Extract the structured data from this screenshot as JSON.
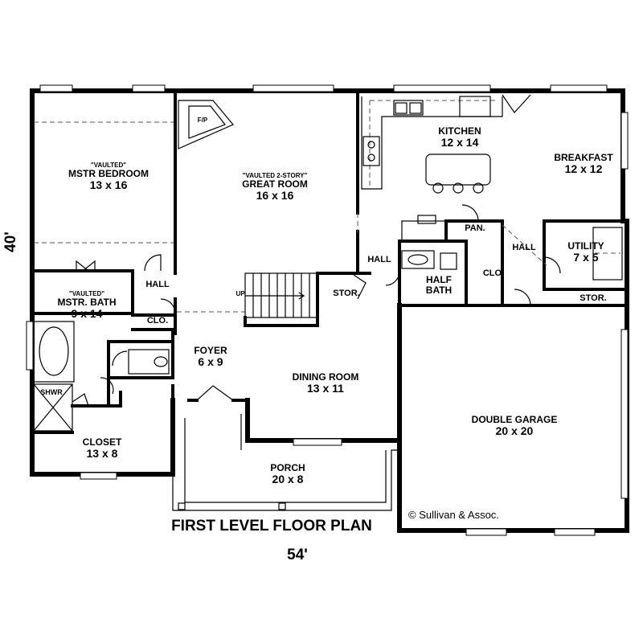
{
  "plan": {
    "title": "FIRST LEVEL FLOOR PLAN",
    "width_dimension": "54'",
    "depth_dimension": "40'",
    "copyright": "© Sullivan & Assoc."
  },
  "rooms": {
    "master_bedroom": {
      "note": "\"VAULTED\"",
      "name": "MSTR BEDROOM",
      "size": "13 x 16"
    },
    "great_room": {
      "note": "\"VAULTED 2-STORY\"",
      "name": "GREAT ROOM",
      "size": "16 x 16"
    },
    "kitchen": {
      "name": "KITCHEN",
      "size": "12 x 14"
    },
    "breakfast": {
      "name": "BREAKFAST",
      "size": "12 x 12"
    },
    "master_bath": {
      "note": "\"VAULTED\"",
      "name": "MSTR. BATH",
      "size": "9 x 14"
    },
    "foyer": {
      "name": "FOYER",
      "size": "6 x 9"
    },
    "dining_room": {
      "name": "DINING ROOM",
      "size": "13 x 11"
    },
    "utility": {
      "name": "UTILITY",
      "size": "7 x 5"
    },
    "half_bath": {
      "name_line1": "HALF",
      "name_line2": "BATH"
    },
    "double_garage": {
      "name": "DOUBLE GARAGE",
      "size": "20 x 20"
    },
    "closet": {
      "name": "CLOSET",
      "size": "13 x 8"
    },
    "porch": {
      "name": "PORCH",
      "size": "20 x 8"
    }
  },
  "small_labels": {
    "fireplace": "F/P",
    "hall_left": "HALL",
    "hall_center": "HALL",
    "hall_right": "HALL",
    "closet_left": "CLO.",
    "closet_right": "CLO.",
    "storage_stair": "STOR.",
    "storage_garage": "STOR.",
    "pantry": "PAN.",
    "shower": "SHWR",
    "stair_up": "UP"
  }
}
